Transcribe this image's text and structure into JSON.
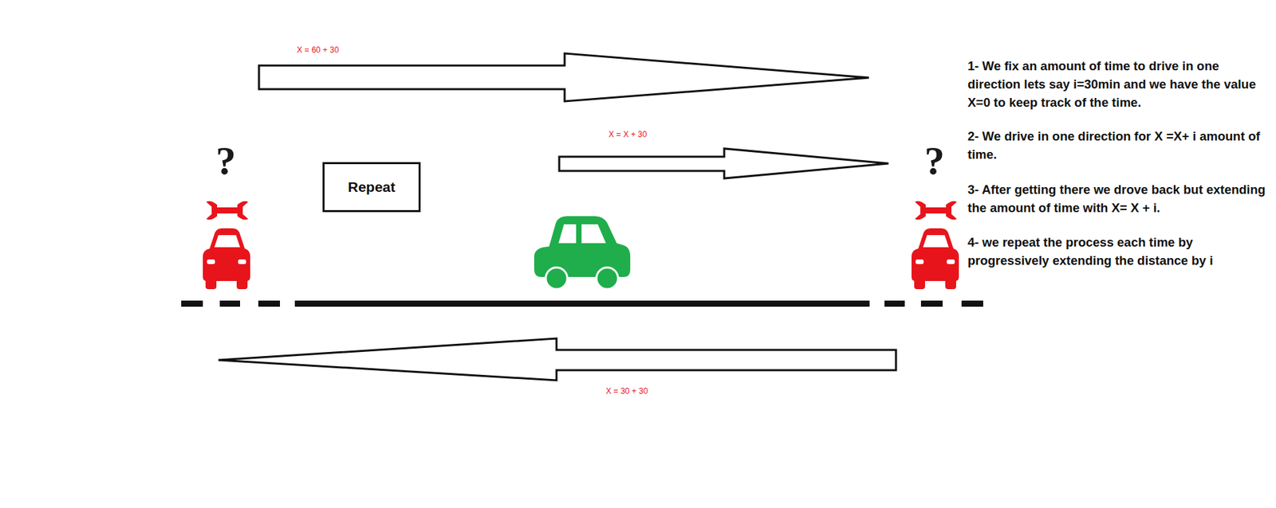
{
  "diagram": {
    "nodes": [
      {
        "text": [
          "Repeat"
        ]
      }
    ],
    "labels": [
      "X = 60 + 30",
      "X = X + 30",
      "X = 30 + 30",
      "?",
      "?",
      "1- We fix an amount of time to drive in one direction lets say i=30min and we have the value X=0 to keep track of the time.",
      "2- We drive in one direction for X =X+ i amount of time.",
      "3- After getting there we drove back but extending the amount of time with X= X + i.",
      "4- we repeat the process each time by progressively extending the distance by i"
    ]
  }
}
